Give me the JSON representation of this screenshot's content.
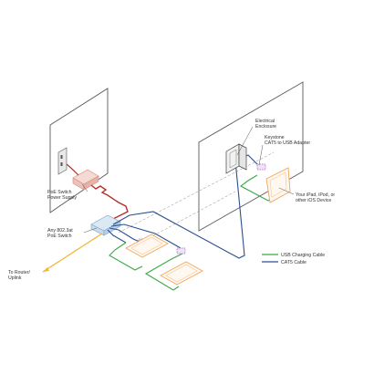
{
  "labels": {
    "electrical_enclosure": [
      "Electrical",
      "Enclosure"
    ],
    "keystone": [
      "Keystone",
      "CAT5 to USB Adapter"
    ],
    "ios_device": [
      "Your iPad, iPod, or",
      "other iOS Device"
    ],
    "poe_power_supply": [
      "PoE Switch",
      "Power Supply"
    ],
    "poe_switch": [
      "Any 802.3at",
      "PoE Switch"
    ],
    "router": [
      "To Router/",
      "Uplink"
    ]
  },
  "legend": [
    {
      "label": "USB Charging Cable",
      "color": "#3aa845"
    },
    {
      "label": "CAT5 Cable",
      "color": "#2a4f8f"
    }
  ],
  "colors": {
    "power_cable": "#b5302a",
    "usb_cable": "#3aa845",
    "cat5_cable": "#2a4f8f",
    "uplink_cable": "#f2b632",
    "device_outline": "#f2a55a",
    "adapter": "#a56ac0",
    "switch": "#8fb8d8"
  }
}
